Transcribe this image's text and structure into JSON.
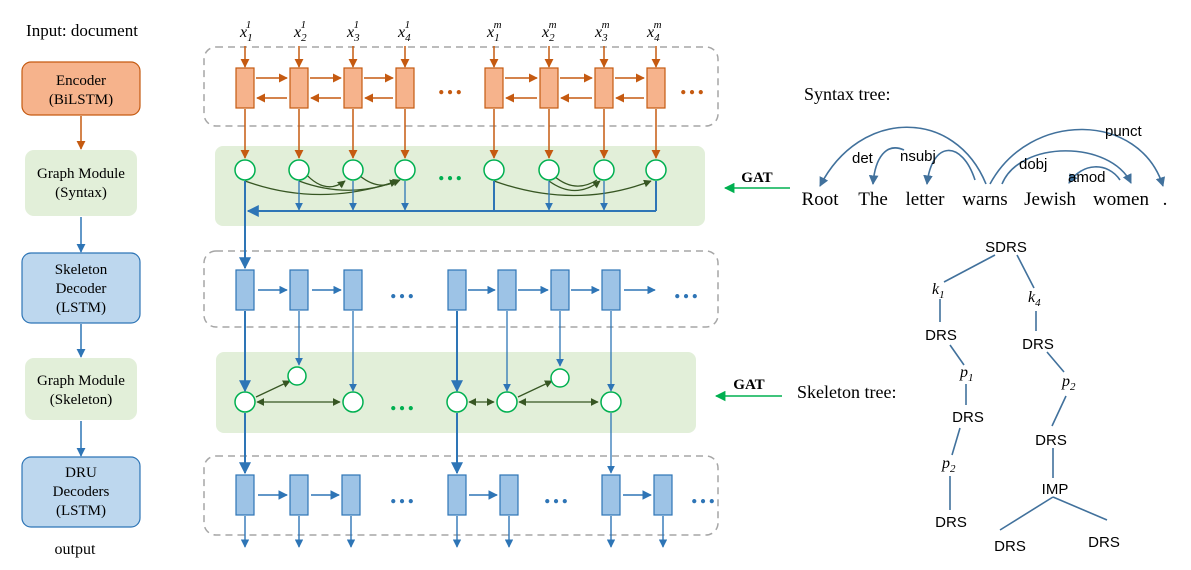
{
  "input_label": "Input: document",
  "output_label": "output",
  "modules": {
    "encoder": [
      "Encoder",
      "(BiLSTM)"
    ],
    "graph_syntax": [
      "Graph Module",
      "(Syntax)"
    ],
    "skeleton_decoder": [
      "Skeleton",
      "Decoder",
      "(LSTM)"
    ],
    "graph_skeleton": [
      "Graph Module",
      "(Skeleton)"
    ],
    "dru_decoders": [
      "DRU",
      "Decoders",
      "(LSTM)"
    ]
  },
  "token_groups": [
    {
      "sup": "1",
      "subs": [
        "1",
        "2",
        "3",
        "4"
      ]
    },
    {
      "sup": "m",
      "subs": [
        "1",
        "2",
        "3",
        "4"
      ]
    }
  ],
  "token_base": "x",
  "ellipsis": "…",
  "gat_label": "GAT",
  "syntax_tree": {
    "title": "Syntax tree:",
    "words": [
      "Root",
      "The",
      "letter",
      "warns",
      "Jewish",
      "women",
      "."
    ],
    "arcs": [
      "det",
      "nsubj",
      "dobj",
      "amod",
      "punct"
    ]
  },
  "skeleton_tree": {
    "title": "Skeleton tree:",
    "root": "SDRS",
    "k1": {
      "base": "k",
      "sub": "1"
    },
    "k4": {
      "base": "k",
      "sub": "4"
    },
    "p1": {
      "base": "p",
      "sub": "1"
    },
    "p2a": {
      "base": "p",
      "sub": "2"
    },
    "p2b": {
      "base": "p",
      "sub": "2"
    },
    "drs": "DRS",
    "imp": "IMP"
  },
  "colors": {
    "encoder_fill": "#f6b38c",
    "encoder_stroke": "#c55a11",
    "encoder_arrow": "#c55a11",
    "decoder_fill": "#9dc3e6",
    "decoder_stroke": "#2e75b6",
    "decoder_arrow": "#2e75b6",
    "graph_bg": "#e2efd9",
    "node_stroke": "#00b050",
    "edge_dark": "#375623",
    "gat_arrow": "#00b050",
    "tree_line": "#41719c",
    "dash": "#a6a6a6"
  }
}
